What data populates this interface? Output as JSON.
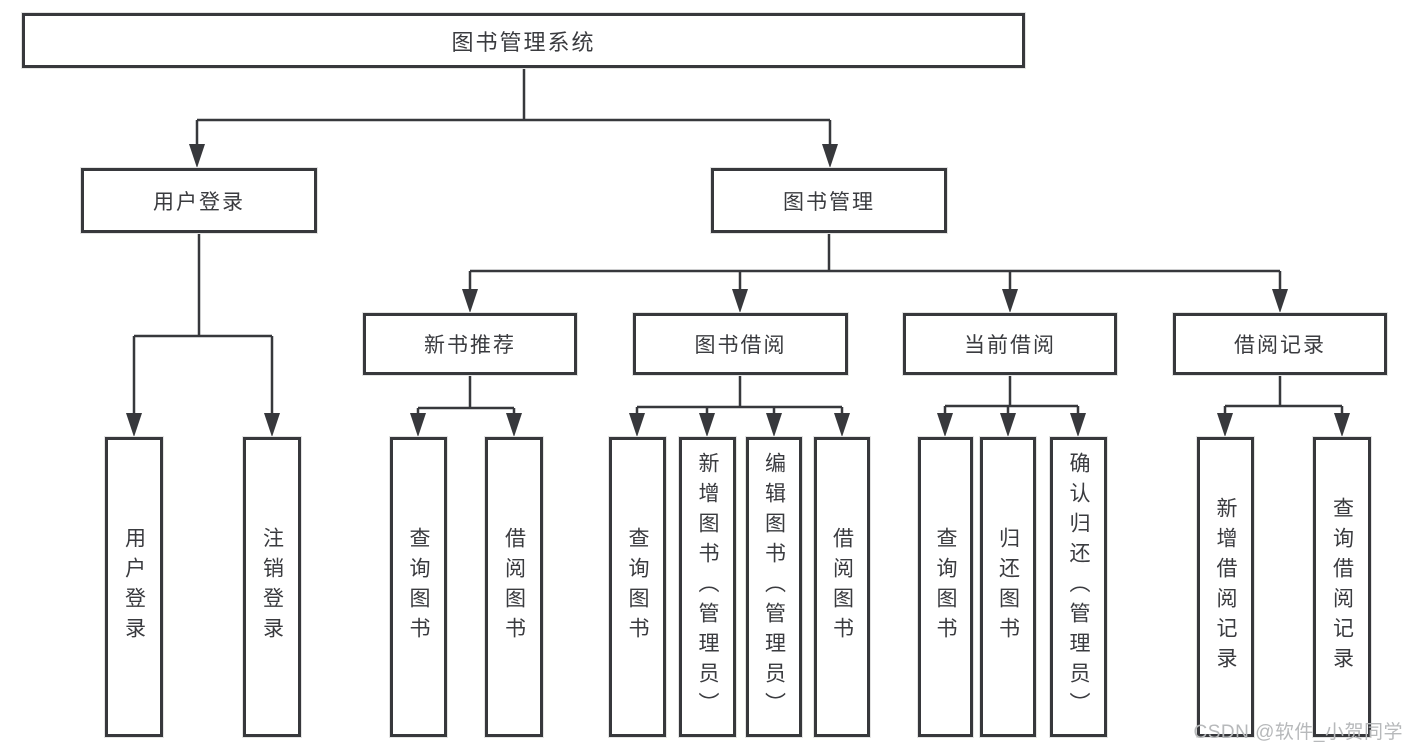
{
  "diagram": {
    "root": {
      "label": "图书管理系统"
    },
    "level2": [
      {
        "label": "用户登录"
      },
      {
        "label": "图书管理"
      }
    ],
    "level3": [
      {
        "label": "新书推荐"
      },
      {
        "label": "图书借阅"
      },
      {
        "label": "当前借阅"
      },
      {
        "label": "借阅记录"
      }
    ],
    "leaves": [
      {
        "label": "用户登录"
      },
      {
        "label": "注销登录"
      },
      {
        "label": "查询图书"
      },
      {
        "label": "借阅图书"
      },
      {
        "label": "查询图书"
      },
      {
        "label": "新增图书（管理员）"
      },
      {
        "label": "编辑图书（管理员）"
      },
      {
        "label": "借阅图书"
      },
      {
        "label": "查询图书"
      },
      {
        "label": "归还图书"
      },
      {
        "label": "确认归还（管理员）"
      },
      {
        "label": "新增借阅记录"
      },
      {
        "label": "查询借阅记录"
      }
    ]
  },
  "watermark": {
    "text": "CSDN @软件_小贺同学"
  },
  "colors": {
    "line": "#37383c",
    "text": "#3a3b3f",
    "watermark": "#b7b9bb",
    "background": "#ffffff"
  }
}
